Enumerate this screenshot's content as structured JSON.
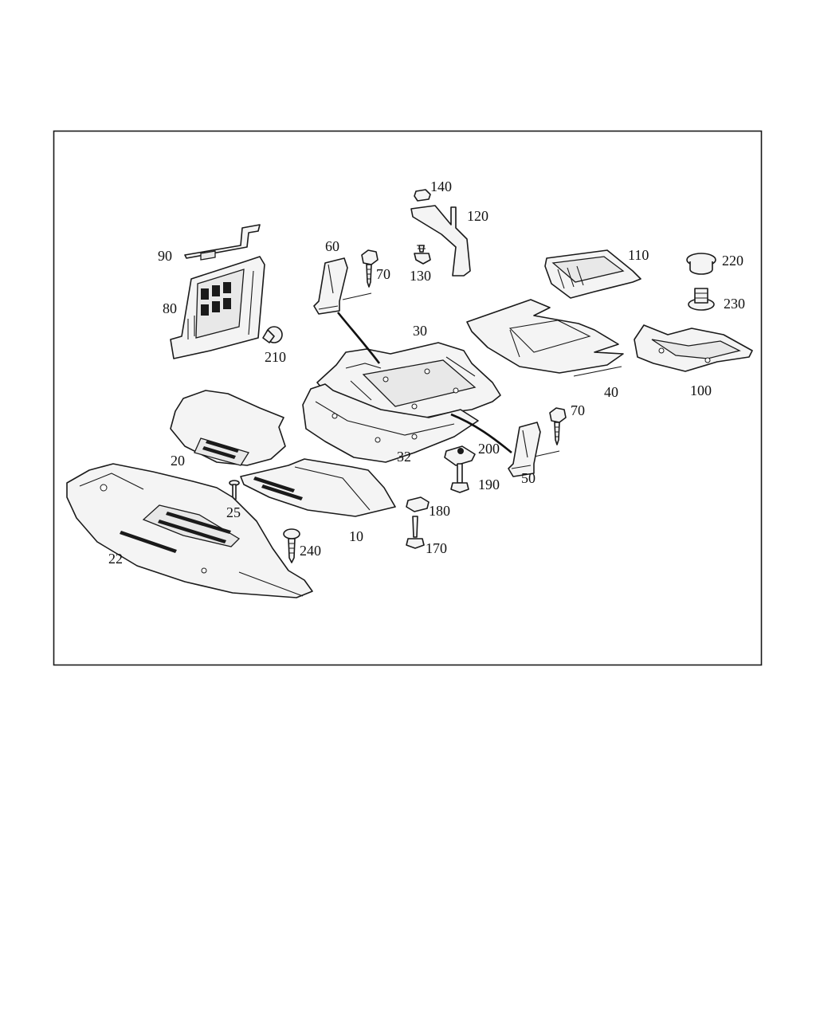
{
  "callouts": {
    "c140": "140",
    "c120": "120",
    "c130": "130",
    "c90": "90",
    "c80": "80",
    "c210": "210",
    "c60": "60",
    "c70a": "70",
    "c30": "30",
    "c110": "110",
    "c220": "220",
    "c230": "230",
    "c40": "40",
    "c100": "100",
    "c70b": "70",
    "c50": "50",
    "c200": "200",
    "c190": "190",
    "c32": "32",
    "c20": "20",
    "c25": "25",
    "c10": "10",
    "c180": "180",
    "c170": "170",
    "c240": "240",
    "c22": "22"
  }
}
